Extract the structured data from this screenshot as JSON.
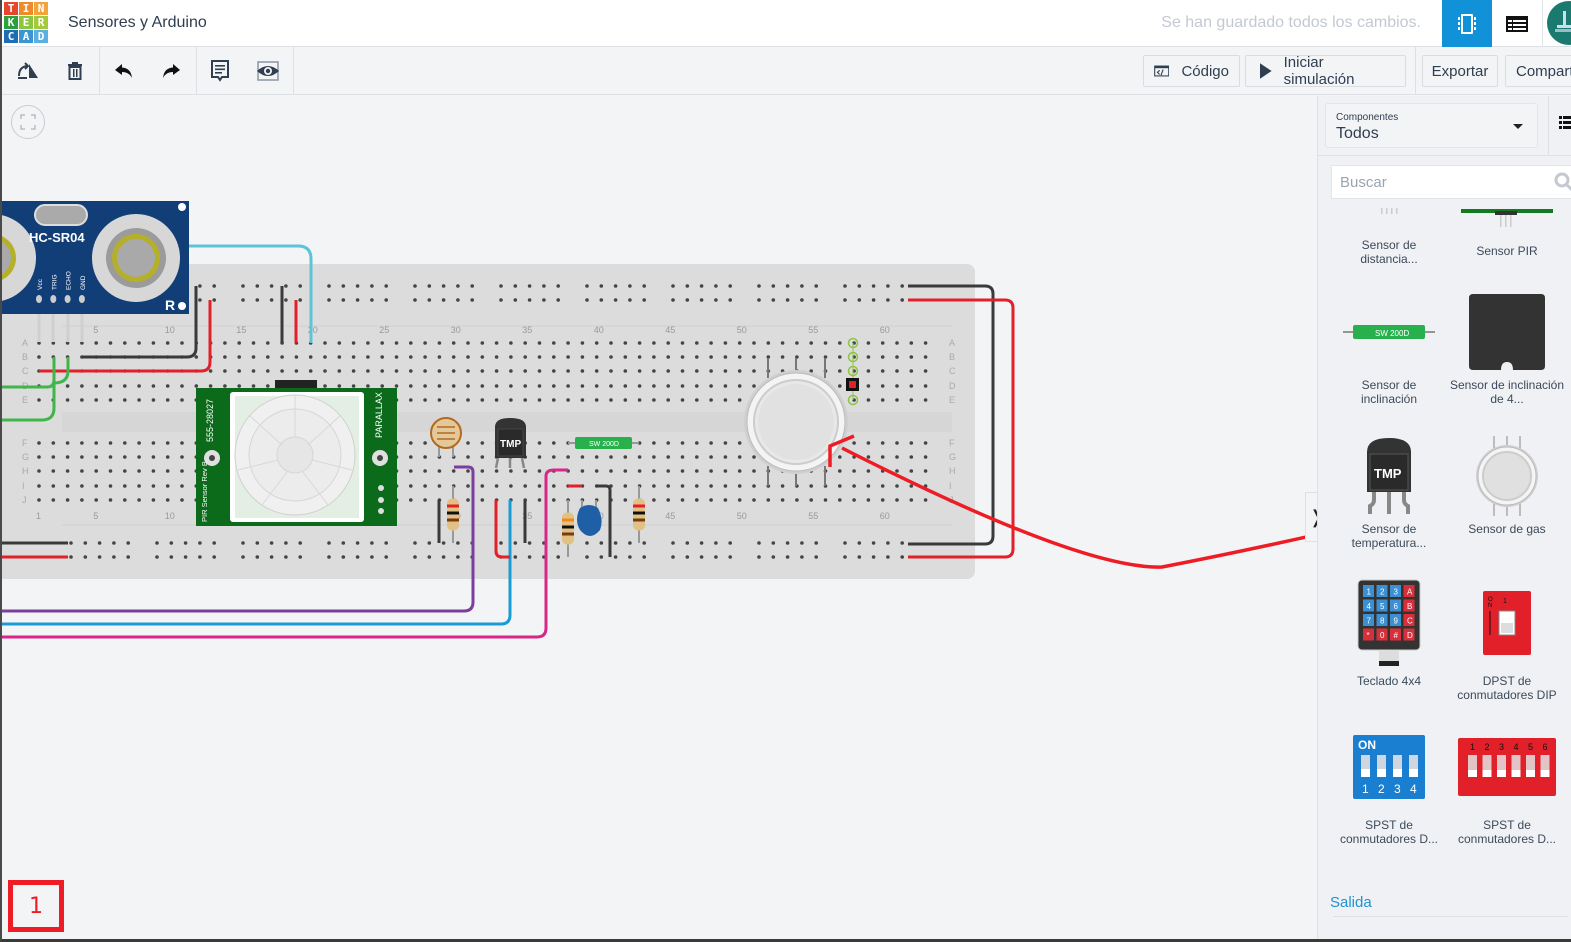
{
  "app": {
    "logo_letters": [
      "T",
      "I",
      "N",
      "K",
      "E",
      "R",
      "C",
      "A",
      "D"
    ],
    "logo_colors": [
      "#e5462d",
      "#ef8a2a",
      "#f2a33a",
      "#2da03d",
      "#8cc63f",
      "#a4c93b",
      "#1f6eb5",
      "#3a95d3",
      "#5ab0e0"
    ],
    "title": "Sensores y Arduino",
    "save_status": "Se han guardado todos los cambios.",
    "accent_color": "#1091d8"
  },
  "header": {
    "views": [
      {
        "name": "circuit-view",
        "icon": "breadboard-icon",
        "active": true
      },
      {
        "name": "schematic-view",
        "icon": "list-table-icon",
        "active": false
      }
    ]
  },
  "toolbar": {
    "tools": [
      {
        "name": "rotate",
        "icon": "rotate-icon"
      },
      {
        "name": "delete",
        "icon": "trash-icon"
      },
      {
        "name": "undo",
        "icon": "undo-icon"
      },
      {
        "name": "redo",
        "icon": "redo-icon"
      },
      {
        "name": "notes",
        "icon": "note-icon"
      },
      {
        "name": "visibility",
        "icon": "eye-icon"
      }
    ],
    "code_label": "Código",
    "simulate_label": "Iniciar simulación",
    "export_label": "Exportar",
    "share_label": "Compartir"
  },
  "canvas": {
    "page_marker": "1",
    "breadboard": {
      "column_labels": [
        "1",
        "5",
        "10",
        "15",
        "20",
        "25",
        "30",
        "35",
        "40",
        "45",
        "50",
        "55",
        "60"
      ],
      "row_labels_top": [
        "A",
        "B",
        "C",
        "D",
        "E"
      ],
      "row_labels_bottom": [
        "F",
        "G",
        "H",
        "I",
        "J"
      ]
    },
    "components": {
      "ultrasonic_label": "HC-SR04",
      "ultrasonic_pins": [
        "Vcc",
        "TRIG",
        "ECHO",
        "GND"
      ],
      "pir_label_left": "555-28027",
      "pir_label_bottom": "PIR Sensor Rev B",
      "pir_brand": "PARALLAX",
      "tmp_label": "TMP",
      "tilt_label": "SW 200D"
    }
  },
  "panel": {
    "category_label": "Componentes",
    "category_value": "Todos",
    "search_placeholder": "Buscar",
    "items": [
      {
        "name": "Sensor de distancia...",
        "icon": "ultrasonic-sensor-icon"
      },
      {
        "name": "Sensor PIR",
        "icon": "pir-sensor-icon"
      },
      {
        "name": "Sensor de inclinación",
        "icon": "tilt-sensor-icon"
      },
      {
        "name": "Sensor de inclinación de 4...",
        "icon": "tilt-4-sensor-icon"
      },
      {
        "name": "Sensor de temperatura...",
        "icon": "temperature-sensor-icon"
      },
      {
        "name": "Sensor de gas",
        "icon": "gas-sensor-icon"
      },
      {
        "name": "Teclado 4x4",
        "icon": "keypad-icon"
      },
      {
        "name": "DPST de conmutadores DIP",
        "icon": "dip-dpst-icon"
      },
      {
        "name": "SPST de conmutadores D...",
        "icon": "dip-spst-4-icon"
      },
      {
        "name": "SPST de conmutadores D...",
        "icon": "dip-spst-6-icon"
      }
    ],
    "keypad_keys": [
      "1",
      "2",
      "3",
      "A",
      "4",
      "5",
      "6",
      "B",
      "7",
      "8",
      "9",
      "C",
      "*",
      "0",
      "#",
      "D"
    ],
    "dip4_on": "ON",
    "dip4_numbers": [
      "1",
      "2",
      "3",
      "4"
    ],
    "dip6_numbers": [
      "1",
      "2",
      "3",
      "4",
      "5",
      "6"
    ],
    "dpst_number": "1",
    "next_section": "Salida"
  }
}
